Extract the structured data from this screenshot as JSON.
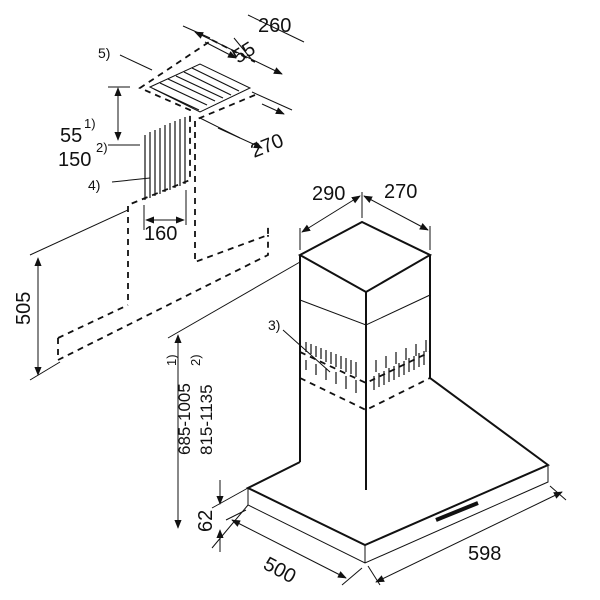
{
  "labels": {
    "d_260": "260",
    "d_55": "55",
    "d_270_top": "270",
    "n5": "5)",
    "n4": "4)",
    "n3": "3)",
    "d_55_left": "55",
    "sup1_a": "1)",
    "d_150": "150",
    "sup2_a": "2)",
    "d_160": "160",
    "d_290": "290",
    "d_270_chimney": "270",
    "d_505": "505",
    "range_1": "685-1005",
    "sup1_b": "1)",
    "range_2": "815-1135",
    "sup2_b": "2)",
    "d_62": "62",
    "d_500": "500",
    "d_598": "598"
  }
}
